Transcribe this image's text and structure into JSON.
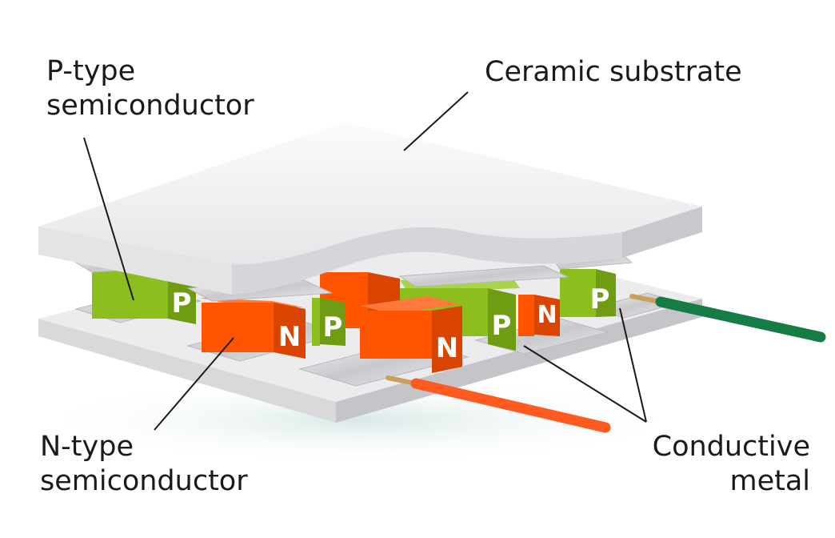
{
  "labels": {
    "p_type": [
      "P-type",
      "semiconductor"
    ],
    "ceramic": "Ceramic substrate",
    "n_type": [
      "N-type",
      "semiconductor"
    ],
    "metal": [
      "Conductive",
      "metal"
    ]
  },
  "element_letters": {
    "p": "P",
    "n": "N"
  },
  "colors": {
    "p_type": "#8cbe1e",
    "n_type": "#ff5500",
    "ceramic": "#f0f0f2",
    "conductive_metal": "#d8d8da",
    "wire_green": "#157c45",
    "wire_orange": "#ff5a1f"
  }
}
